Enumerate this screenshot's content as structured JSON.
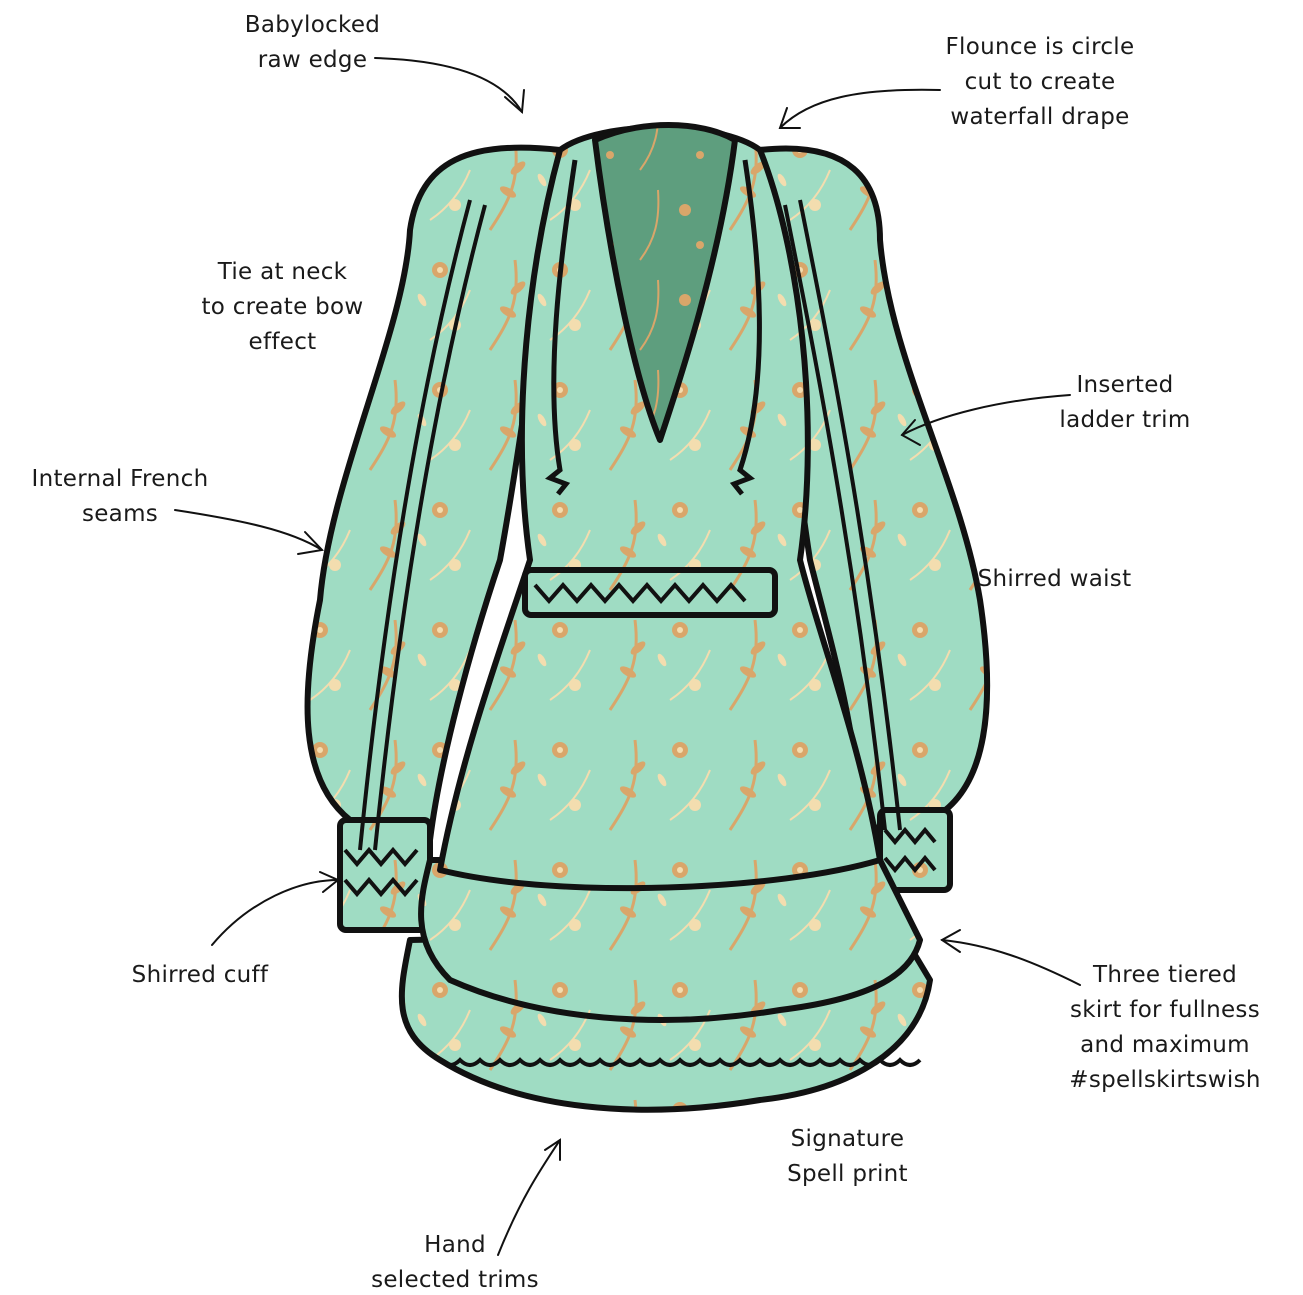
{
  "colors": {
    "fabric": "#9FDCC3",
    "fabric_shadow": "#7CC7A9",
    "lining": "#5E9E7E",
    "print_gold": "#D9A66A",
    "print_cream": "#F3DDAF",
    "outline": "#111111"
  },
  "annotations": {
    "babylocked": {
      "lines": [
        "Babylocked",
        "raw edge"
      ]
    },
    "flounce": {
      "lines": [
        "Flounce is circle",
        "cut to create",
        "waterfall drape"
      ]
    },
    "tie_neck": {
      "lines": [
        "Tie at neck",
        "to create bow",
        "effect"
      ]
    },
    "ladder_trim": {
      "lines": [
        "Inserted",
        "ladder trim"
      ]
    },
    "french_seams": {
      "lines": [
        "Internal French",
        "seams"
      ]
    },
    "shirred_waist": {
      "lines": [
        "Shirred waist"
      ]
    },
    "shirred_cuff": {
      "lines": [
        "Shirred cuff"
      ]
    },
    "tiered_skirt": {
      "lines": [
        "Three tiered",
        "skirt for fullness",
        "and maximum",
        "#spellskirtswish"
      ]
    },
    "signature_print": {
      "lines": [
        "Signature",
        "Spell print"
      ]
    },
    "hand_trims": {
      "lines": [
        "Hand",
        "selected trims"
      ]
    }
  },
  "icons": {
    "dress": "dress-illustration",
    "arrow": "hand-drawn-arrow-icon"
  }
}
